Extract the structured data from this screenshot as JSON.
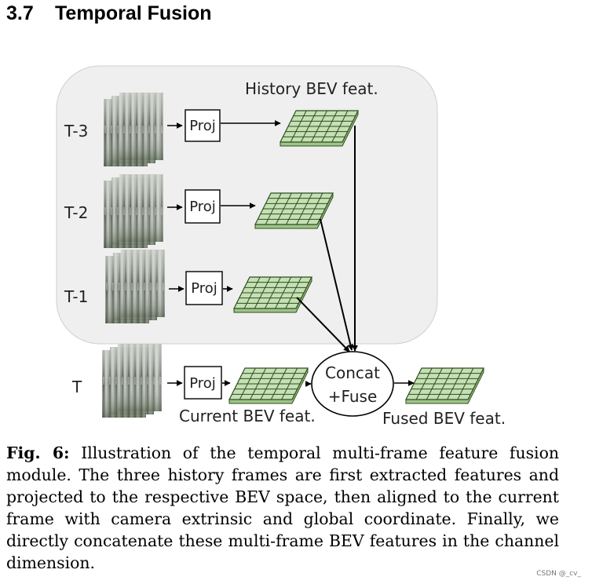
{
  "section": {
    "number": "3.7",
    "title": "Temporal Fusion"
  },
  "diagram": {
    "history_label": "History BEV feat.",
    "current_label": "Current BEV feat.",
    "fused_label": "Fused BEV feat.",
    "fuse_line1": "Concat",
    "fuse_line2": "+Fuse",
    "proj_label": "Proj",
    "frames": [
      {
        "label": "T-3"
      },
      {
        "label": "T-2"
      },
      {
        "label": "T-1"
      },
      {
        "label": "T"
      }
    ],
    "colors": {
      "grid_fill": "#c5e0b4",
      "grid_line": "#2e4e1f",
      "panel": "#efefef"
    }
  },
  "caption": {
    "label": "Fig. 6:",
    "text": " Illustration of the temporal multi-frame feature fusion module. The three history frames are first extracted features and projected to the respective BEV space, then aligned to the current frame with camera extrinsic and global coordinate. Finally, we directly concatenate these multi-frame BEV features in the channel dimension."
  },
  "watermark": "CSDN @_cv_"
}
